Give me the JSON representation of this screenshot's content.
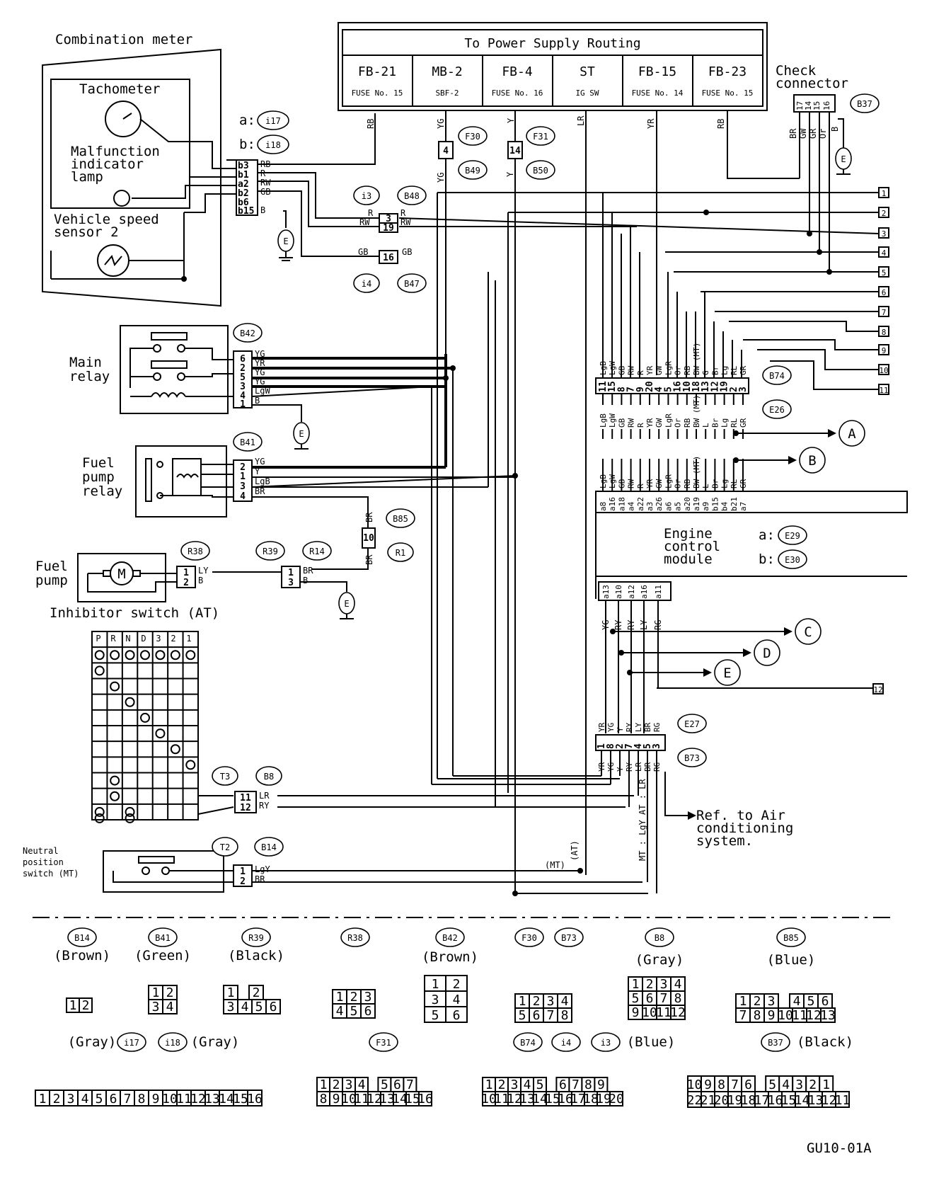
{
  "combination_meter": {
    "title": "Combination meter",
    "tachometer": "Tachometer",
    "mil_line1": "Malfunction",
    "mil_line2": "indicator",
    "mil_line3": "lamp",
    "vss_line1": "Vehicle speed",
    "vss_line2": "sensor 2",
    "conn_a_label": "a:",
    "conn_a": "i17",
    "conn_b_label": "b:",
    "conn_b": "i18",
    "pins": [
      "b3",
      "b1",
      "a2",
      "b2",
      "b6",
      "b15"
    ],
    "wires": [
      "RB",
      "R",
      "RW",
      "GB",
      "B"
    ]
  },
  "power_supply": {
    "title": "To Power Supply Routing",
    "columns": [
      {
        "id": "FB-21",
        "fuse": "FUSE No. 15",
        "wire": "RB"
      },
      {
        "id": "MB-2",
        "fuse": "SBF-2",
        "wire": "YG"
      },
      {
        "id": "FB-4",
        "fuse": "FUSE No. 16",
        "wire": "Y"
      },
      {
        "id": "ST",
        "fuse": "IG SW",
        "wire": "LR"
      },
      {
        "id": "FB-15",
        "fuse": "FUSE No. 14",
        "wire": "YR"
      },
      {
        "id": "FB-23",
        "fuse": "FUSE No. 15",
        "wire": "RB"
      }
    ]
  },
  "check_connector": {
    "line1": "Check",
    "line2": "connector",
    "conn": "B37",
    "pins": [
      "17",
      "14",
      "15",
      "16"
    ],
    "wires": [
      "BR",
      "GW",
      "GR",
      "Or",
      "B"
    ]
  },
  "ground": "E",
  "connectors": {
    "F30": "F30",
    "B49": "B49",
    "F31": "F31",
    "B50": "B50",
    "i3": "i3",
    "B48": "B48",
    "i4": "i4",
    "B47": "B47",
    "B42": "B42",
    "B41": "B41",
    "B85": "B85",
    "R1": "R1",
    "R38": "R38",
    "R39": "R39",
    "R14": "R14",
    "T3": "T3",
    "B8": "B8",
    "T2": "T2",
    "B14": "B14",
    "B74": "B74",
    "E26": "E26",
    "E27": "E27",
    "B73": "B73",
    "E29": "E29",
    "E30": "E30"
  },
  "inline_pins": {
    "f30_pin": "4",
    "f31_pin": "14",
    "b48_pins": [
      "3",
      "19"
    ],
    "b47_pin": "16",
    "b85_pin": "10"
  },
  "inline_wires": {
    "b48_left": [
      "R",
      "RW"
    ],
    "b48_right": [
      "R",
      "RW"
    ],
    "b47_left": "GB",
    "b47_right": "GB",
    "yg_under_f30": "YG",
    "y_under_f31": "Y",
    "b85_top": "BR",
    "b85_bottom": "BR"
  },
  "main_relay": {
    "line1": "Main",
    "line2": "relay",
    "pins": [
      "6",
      "2",
      "5",
      "3",
      "4",
      "1"
    ],
    "wires": [
      "YG",
      "YR",
      "YG",
      "YG",
      "LgW",
      "B"
    ]
  },
  "fuel_pump_relay": {
    "line1": "Fuel",
    "line2": "pump",
    "line3": "relay",
    "pins": [
      "2",
      "1",
      "3",
      "4"
    ],
    "wires": [
      "YG",
      "Y",
      "LgB",
      "BR"
    ]
  },
  "fuel_pump": {
    "line1": "Fuel",
    "line2": "pump",
    "motor": "M",
    "pins": [
      "1",
      "2"
    ],
    "wires": [
      "LY",
      "B"
    ],
    "r39_pins": [
      "1",
      "3"
    ],
    "r39_wires": [
      "BR",
      "B"
    ]
  },
  "inhibitor": {
    "title": "Inhibitor switch (AT)",
    "positions": [
      "P",
      "R",
      "N",
      "D",
      "3",
      "2",
      "1"
    ],
    "pins": [
      "11",
      "12"
    ],
    "wires": [
      "LR",
      "RY"
    ]
  },
  "neutral": {
    "line1": "Neutral",
    "line2": "position",
    "line3": "switch (MT)",
    "pins": [
      "1",
      "2"
    ],
    "wires": [
      "LgY",
      "BR"
    ]
  },
  "ecm": {
    "line1": "Engine",
    "line2": "control",
    "line3": "module",
    "a_label": "a:",
    "a_conn": "E29",
    "b_label": "b:",
    "b_conn": "E30",
    "b74_wires": [
      "LgB",
      "LgW",
      "GB",
      "RW",
      "R",
      "YR",
      "GW",
      "LgR",
      "Or",
      "RB",
      "BW (MT)",
      "G",
      "Br",
      "Lg",
      "RL",
      "GR"
    ],
    "b74_pins": [
      "11",
      "15",
      "8",
      "7",
      "9",
      "20",
      "4",
      "5",
      "16",
      "10",
      "18",
      "13",
      "12",
      "19",
      "2",
      "3"
    ],
    "e26_wires": [
      "LgB",
      "LgW",
      "GB",
      "RW",
      "R",
      "YR",
      "GW",
      "LgR",
      "Or",
      "RB",
      "BW (MT)",
      "L",
      "Br",
      "Lg",
      "RL",
      "GR"
    ],
    "a_wires": [
      "LgB",
      "LgW",
      "GB",
      "RW",
      "R",
      "YR",
      "GW",
      "LgR",
      "Or",
      "RB",
      "BW (MT)",
      "L",
      "Br",
      "Lg",
      "RL",
      "GR"
    ],
    "a_pins": [
      "a8",
      "a16",
      "a18",
      "a4",
      "a22",
      "a3",
      "a26",
      "a6",
      "a5",
      "a20",
      "a19",
      "a9",
      "b15",
      "b4",
      "b21",
      "a7"
    ],
    "low_pins": [
      "a13",
      "a10",
      "a12",
      "a16",
      "a11"
    ],
    "low_wires": [
      "YG",
      "RY",
      "RY",
      "LY",
      "RG"
    ]
  },
  "e27": {
    "wires_top": [
      "YR",
      "YG",
      "Y",
      "RY",
      "LY",
      "BR",
      "RG"
    ],
    "pins": [
      "1",
      "8",
      "2",
      "7",
      "4",
      "5",
      "3"
    ],
    "wires_bot": [
      "YR",
      "YG",
      "Y",
      "RY",
      "LR",
      "BR",
      "RG"
    ],
    "mt_note": "MT : LgY  AT : LR",
    "at": "(AT)",
    "mt": "(MT)"
  },
  "refs": {
    "ac_line1": "Ref. to Air",
    "ac_line2": "conditioning",
    "ac_line3": "system.",
    "A": "A",
    "B": "B",
    "C": "C",
    "D": "D",
    "E": "E",
    "numbers": [
      "1",
      "2",
      "3",
      "4",
      "5",
      "6",
      "7",
      "8",
      "9",
      "10",
      "11",
      "12"
    ]
  },
  "legend": {
    "b14": {
      "name": "B14",
      "color": "(Brown)",
      "rows": [
        [
          "1",
          "2"
        ]
      ]
    },
    "b41": {
      "name": "B41",
      "color": "(Green)",
      "rows": [
        [
          "1",
          "2"
        ],
        [
          "3",
          "4"
        ]
      ]
    },
    "r39": {
      "name": "R39",
      "color": "(Black)",
      "rows": [
        [
          "1",
          "",
          "2"
        ],
        [
          "3",
          "4",
          "5",
          "6"
        ]
      ]
    },
    "r38": {
      "name": "R38",
      "rows": [
        [
          "1",
          "2",
          "3"
        ],
        [
          "4",
          "5",
          "6"
        ]
      ]
    },
    "b42": {
      "name": "B42",
      "color": "(Brown)",
      "rows": [
        [
          "1",
          "2"
        ],
        [
          "3",
          "4"
        ],
        [
          "5",
          "6"
        ]
      ]
    },
    "f30": {
      "name": "F30",
      "name2": "B73",
      "rows": [
        [
          "1",
          "2",
          "3",
          "4"
        ],
        [
          "5",
          "6",
          "7",
          "8"
        ]
      ]
    },
    "b8": {
      "name": "B8",
      "color": "(Gray)",
      "rows": [
        [
          "1",
          "2",
          "3",
          "4"
        ],
        [
          "5",
          "6",
          "7",
          "8"
        ],
        [
          "9",
          "10",
          "11",
          "12"
        ]
      ]
    },
    "b85": {
      "name": "B85",
      "color": "(Blue)",
      "rows": [
        [
          "1",
          "2",
          "3",
          "",
          "4",
          "5",
          "6"
        ],
        [
          "7",
          "8",
          "9",
          "10",
          "11",
          "12",
          "13"
        ]
      ]
    },
    "i17": {
      "color_left": "(Gray)",
      "name": "i17",
      "name2": "i18",
      "color_right": "(Gray)",
      "rows": [
        [
          "1",
          "2",
          "3",
          "4",
          "5",
          "6",
          "7",
          "8",
          "9",
          "10",
          "11",
          "12",
          "13",
          "14",
          "15",
          "16"
        ]
      ]
    },
    "f31": {
      "name": "F31",
      "rows": [
        [
          "1",
          "2",
          "3",
          "4",
          "",
          "5",
          "6",
          "7"
        ],
        [
          "8",
          "9",
          "10",
          "11",
          "12",
          "13",
          "14",
          "15",
          "16"
        ]
      ]
    },
    "b74": {
      "name": "B74",
      "name2": "i4",
      "name3": "i3",
      "color": "(Blue)",
      "rows": [
        [
          "1",
          "2",
          "3",
          "4",
          "5",
          "",
          "6",
          "7",
          "8",
          "9"
        ],
        [
          "10",
          "11",
          "12",
          "13",
          "14",
          "15",
          "16",
          "17",
          "18",
          "19",
          "20"
        ]
      ]
    },
    "b37": {
      "name": "B37",
      "color": "(Black)",
      "rows": [
        [
          "10",
          "9",
          "8",
          "7",
          "6",
          "",
          "5",
          "4",
          "3",
          "2",
          "1"
        ],
        [
          "22",
          "21",
          "20",
          "19",
          "18",
          "17",
          "16",
          "15",
          "14",
          "13",
          "12",
          "11"
        ]
      ]
    }
  },
  "footer_code": "GU10-01A"
}
